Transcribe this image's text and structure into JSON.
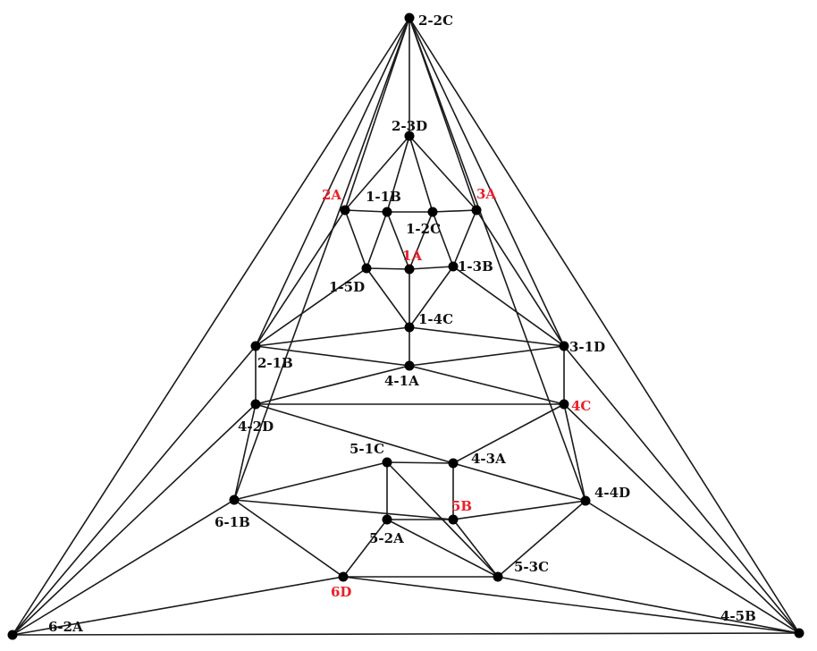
{
  "colors": {
    "normal": "#111111",
    "highlight": "#e8202a",
    "edge": "#1a1a1a"
  },
  "nodes": [
    {
      "id": "2-2C",
      "label": "2-2C",
      "highlight": false
    },
    {
      "id": "2-3D",
      "label": "2-3D",
      "highlight": false
    },
    {
      "id": "2A",
      "label": "2A",
      "highlight": true
    },
    {
      "id": "1-1B",
      "label": "1-1B",
      "highlight": false
    },
    {
      "id": "1-2C",
      "label": "1-2C",
      "highlight": false
    },
    {
      "id": "3A",
      "label": "3A",
      "highlight": true
    },
    {
      "id": "1-5D",
      "label": "1-5D",
      "highlight": false
    },
    {
      "id": "1A",
      "label": "1A",
      "highlight": true
    },
    {
      "id": "1-3B",
      "label": "1-3B",
      "highlight": false
    },
    {
      "id": "1-4C",
      "label": "1-4C",
      "highlight": false
    },
    {
      "id": "2-1B",
      "label": "2-1B",
      "highlight": false
    },
    {
      "id": "3-1D",
      "label": "3-1D",
      "highlight": false
    },
    {
      "id": "4-1A",
      "label": "4-1A",
      "highlight": false
    },
    {
      "id": "4-2D",
      "label": "4-2D",
      "highlight": false
    },
    {
      "id": "4C",
      "label": "4C",
      "highlight": true
    },
    {
      "id": "5-1C",
      "label": "5-1C",
      "highlight": false
    },
    {
      "id": "4-3A",
      "label": "4-3A",
      "highlight": false
    },
    {
      "id": "6-1B",
      "label": "6-1B",
      "highlight": false
    },
    {
      "id": "5-2A",
      "label": "5-2A",
      "highlight": false
    },
    {
      "id": "5B",
      "label": "5B",
      "highlight": true
    },
    {
      "id": "4-4D",
      "label": "4-4D",
      "highlight": false
    },
    {
      "id": "6D",
      "label": "6D",
      "highlight": true
    },
    {
      "id": "5-3C",
      "label": "5-3C",
      "highlight": false
    },
    {
      "id": "6-2A",
      "label": "6-2A",
      "highlight": false
    },
    {
      "id": "4-5B",
      "label": "4-5B",
      "highlight": false
    }
  ],
  "edges": [
    [
      "2-2C",
      "6-2A"
    ],
    [
      "2-2C",
      "4-5B"
    ],
    [
      "6-2A",
      "4-5B"
    ],
    [
      "2-2C",
      "2-3D"
    ],
    [
      "2-2C",
      "2A"
    ],
    [
      "2-2C",
      "3A"
    ],
    [
      "2-2C",
      "2-1B"
    ],
    [
      "2-2C",
      "3-1D"
    ],
    [
      "2-2C",
      "6-1B"
    ],
    [
      "2-2C",
      "4-4D"
    ],
    [
      "2-3D",
      "2A"
    ],
    [
      "2-3D",
      "1-1B"
    ],
    [
      "2-3D",
      "1-2C"
    ],
    [
      "2-3D",
      "3A"
    ],
    [
      "2A",
      "1-1B"
    ],
    [
      "1-1B",
      "1-2C"
    ],
    [
      "1-2C",
      "3A"
    ],
    [
      "2A",
      "1-5D"
    ],
    [
      "1-1B",
      "1-5D"
    ],
    [
      "1-1B",
      "1A"
    ],
    [
      "1-2C",
      "1A"
    ],
    [
      "1-2C",
      "1-3B"
    ],
    [
      "3A",
      "1-3B"
    ],
    [
      "1-5D",
      "1A"
    ],
    [
      "1A",
      "1-3B"
    ],
    [
      "1A",
      "1-4C"
    ],
    [
      "1-4C",
      "4-1A"
    ],
    [
      "1-5D",
      "1-4C"
    ],
    [
      "1-3B",
      "1-4C"
    ],
    [
      "2A",
      "2-1B"
    ],
    [
      "3A",
      "3-1D"
    ],
    [
      "1-5D",
      "2-1B"
    ],
    [
      "1-3B",
      "3-1D"
    ],
    [
      "2-1B",
      "1-4C"
    ],
    [
      "1-4C",
      "3-1D"
    ],
    [
      "2-1B",
      "4-1A"
    ],
    [
      "4-1A",
      "3-1D"
    ],
    [
      "2-1B",
      "4-2D"
    ],
    [
      "3-1D",
      "4C"
    ],
    [
      "4-2D",
      "4C"
    ],
    [
      "4-2D",
      "4-1A"
    ],
    [
      "4-1A",
      "4C"
    ],
    [
      "4-2D",
      "6-1B"
    ],
    [
      "4C",
      "4-4D"
    ],
    [
      "4-2D",
      "4-3A"
    ],
    [
      "4-3A",
      "4-4D"
    ],
    [
      "4C",
      "4-3A"
    ],
    [
      "5-1C",
      "4-3A"
    ],
    [
      "5-1C",
      "5-2A"
    ],
    [
      "4-3A",
      "5B"
    ],
    [
      "5-2A",
      "5B"
    ],
    [
      "6-1B",
      "5-1C"
    ],
    [
      "6-1B",
      "5B"
    ],
    [
      "6-1B",
      "6D"
    ],
    [
      "5-1C",
      "5-3C"
    ],
    [
      "5-2A",
      "5-3C"
    ],
    [
      "5B",
      "5-3C"
    ],
    [
      "5-2A",
      "6D"
    ],
    [
      "5B",
      "4-4D"
    ],
    [
      "4-4D",
      "5-3C"
    ],
    [
      "6D",
      "5-3C"
    ],
    [
      "6-2A",
      "2-1B"
    ],
    [
      "6-2A",
      "4-2D"
    ],
    [
      "6-2A",
      "6-1B"
    ],
    [
      "6-2A",
      "6D"
    ],
    [
      "4-5B",
      "3-1D"
    ],
    [
      "4-5B",
      "4C"
    ],
    [
      "4-5B",
      "4-4D"
    ],
    [
      "4-5B",
      "5-3C"
    ],
    [
      "4-5B",
      "6D"
    ]
  ]
}
